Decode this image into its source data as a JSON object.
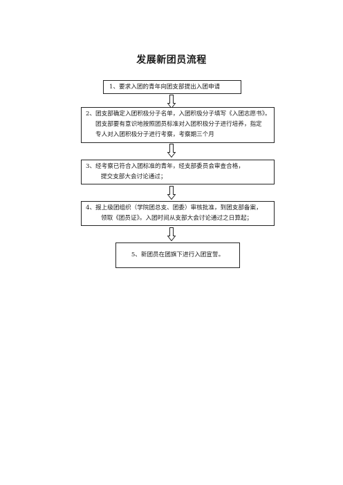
{
  "title": "发展新团员流程",
  "steps": [
    {
      "lines": [
        "1、要求入团的青年向团支部提出入团申请"
      ]
    },
    {
      "lines": [
        "2、团支部确定入团积极分子名单，入团积极分子填写《入团志愿书》。",
        "团支部要有意识地按照团员标准对入团积极分子进行培养，指定",
        "专人对入团积极分子进行考察，考察期三个月"
      ]
    },
    {
      "lines": [
        "3、经考察已符合入团标准的青年，经支部委员会审查合格，",
        "提交支部大会讨论通过；"
      ]
    },
    {
      "lines": [
        "4、报上级团组织（学院团总支、团委）审核批准，到团支部备案，",
        "领取《团员证》。入团时间从支部大会讨论通过之日算起；"
      ]
    },
    {
      "lines": [
        "5、新团员在团旗下进行入团宣誓。"
      ]
    }
  ]
}
